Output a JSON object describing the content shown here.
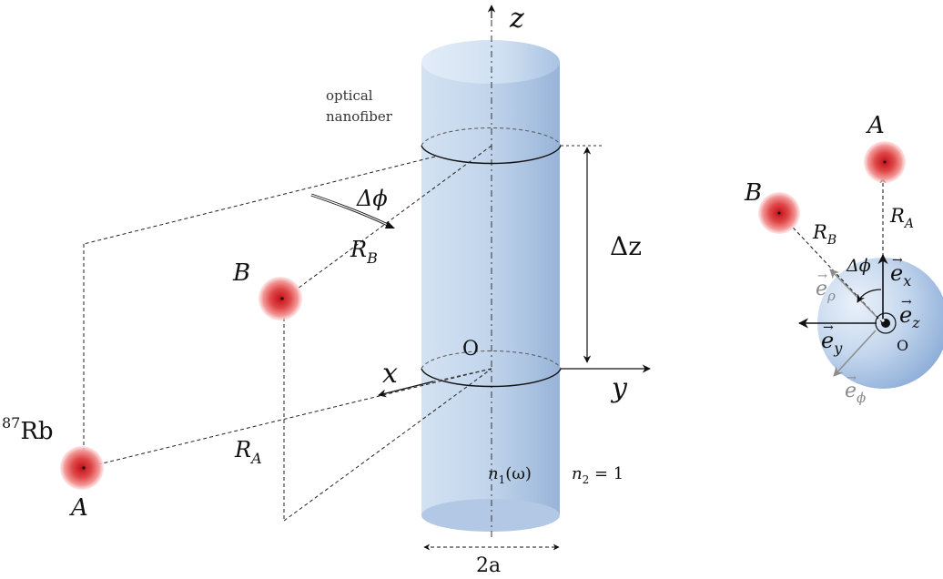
{
  "labels": {
    "z_axis": "z",
    "x_axis": "x",
    "y_axis": "y",
    "origin": "O",
    "fiber_line1": "optical",
    "fiber_line2": "nanofiber",
    "delta_phi": "Δϕ",
    "delta_z": "Δz",
    "atom_a": "A",
    "atom_b": "B",
    "r_a": "R",
    "r_a_sub": "A",
    "r_b": "R",
    "r_b_sub": "B",
    "isotope_mass": "87",
    "isotope_symbol": "Rb",
    "n1": "n",
    "n1_sub": "1",
    "n1_arg": "(ω)",
    "n2": "n",
    "n2_sub": "2",
    "n2_val": " = 1",
    "diameter": "2a"
  },
  "inset": {
    "atom_a": "A",
    "atom_b": "B",
    "r_a": "R",
    "r_a_sub": "A",
    "r_b": "R",
    "r_b_sub": "B",
    "delta_phi": "Δϕ",
    "origin": "O",
    "e_x": "e",
    "e_x_sub": "x",
    "e_y": "e",
    "e_y_sub": "y",
    "e_z": "e",
    "e_z_sub": "z",
    "e_rho": "e",
    "e_rho_sub": "ρ",
    "e_phi": "e",
    "e_phi_sub": "ϕ",
    "vec_arrow": "→"
  },
  "colors": {
    "fiber_light": "#dce8f5",
    "fiber_mid": "#bcd0e8",
    "fiber_dark": "#9fb8d9",
    "atom_core": "#c81e1e",
    "atom_glow": "#f6b3b3",
    "grey_vector": "#8c8c8c"
  }
}
